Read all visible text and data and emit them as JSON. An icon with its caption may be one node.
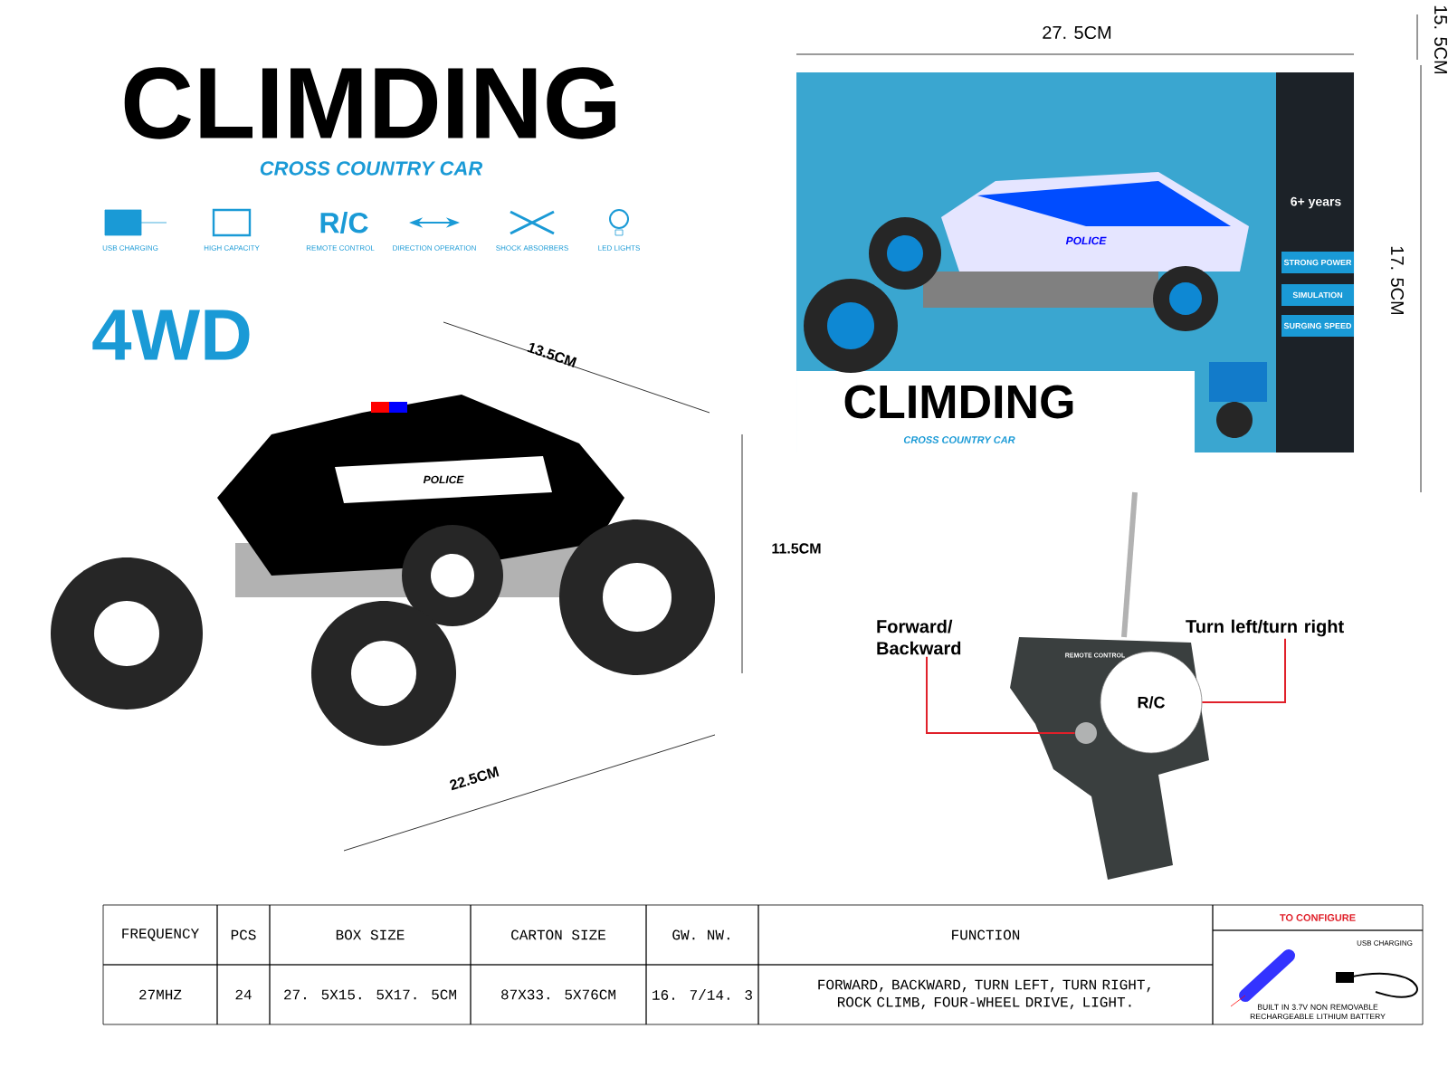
{
  "diagram": {
    "title": "CLIMDING",
    "nodes": [
      {
        "text": [
          "Forward/ Backward"
        ]
      },
      {
        "text": [],
        "shape": "circle"
      },
      {
        "text": [
          "Turn left/turn right"
        ]
      },
      {
        "text": [
          "R/C"
        ]
      }
    ],
    "edges": [
      {
        "from": 0,
        "to": 1,
        "arrow": "none"
      },
      {
        "from": 2,
        "to": 3,
        "arrow": "none"
      }
    ],
    "labels": [
      "CROSS COUNTRY CAR",
      "R/C",
      "USB CHARGING",
      "HIGH CAPACITY",
      "REMOTE CONTROL",
      "DIRECTION OPERATION",
      "SHOCK ABSORBERS",
      "LED LIGHTS",
      "4WD",
      "27. 5CM",
      "15. 5CM",
      "6+ years",
      "POLICE",
      "STRONG POWER",
      "SIMULATION",
      "SURGING SPEED",
      "17. 5CM",
      "13.5CM",
      "CLIMDING",
      "CROSS COUNTRY CAR",
      "POLICE",
      "11.5CM",
      "REMOTE CONTROL",
      "22.5CM",
      "FREQUENCY",
      "PCS",
      "BOX SIZE",
      "CARTON SIZE",
      "GW. NW.",
      "FUNCTION",
      "TO CONFIGURE",
      "27MHZ",
      "24",
      "27. 5X15. 5X17. 5CM",
      "87X33. 5X76CM",
      "16. 7/14. 3",
      "FORWARD, BACKWARD, TURN LEFT, TURN RIGHT, ROCK CLIMB, FOUR-WHEEL DRIVE, LIGHT.",
      "USB CHARGING",
      "BUILT IN 3.7V NON REMOVABLE RECHARGEABLE LITHIUM BATTERY"
    ]
  }
}
